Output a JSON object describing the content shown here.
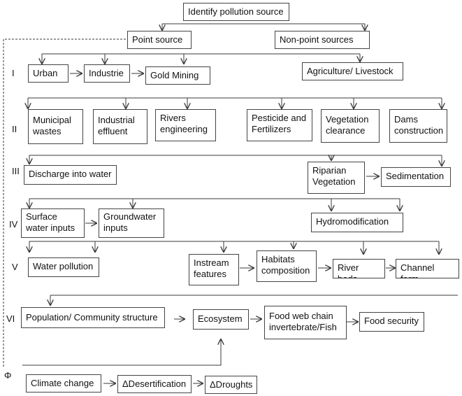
{
  "nodes": {
    "identify": "Identify pollution source",
    "point": "Point source",
    "nonpoint": "Non-point sources",
    "urban": "Urban",
    "industrie": "Industrie",
    "gold": "Gold Mining",
    "agri": "Agriculture/ Livestock",
    "municipal": "Municipal\nwastes",
    "industrial": "Industrial\neffluent",
    "rivers_eng": "Rivers\nengineering",
    "pesticide": "Pesticide and\nFertilizers",
    "vegetation": "Vegetation\nclearance",
    "dams": "Dams\nconstruction",
    "discharge": "Discharge into water",
    "riparian": "Riparian\nVegetation",
    "sedimentation": "Sedimentation",
    "surface": "Surface\nwater inputs",
    "groundwater": "Groundwater\ninputs",
    "hydromod": "Hydromodification",
    "waterpol": "Water pollution",
    "instream": "Instream\nfeatures",
    "habitats": "Habitats\ncomposition",
    "riverbeds": "River beds",
    "channel": "Channel form",
    "population": "Population/ Community structure",
    "ecosystem": "Ecosystem",
    "foodweb": "Food web chain\ninvertebrate/Fish",
    "foodsec": "Food security",
    "climate": "Climate change",
    "desert": "ΔDesertification",
    "droughts": "ΔDroughts"
  },
  "row_labels": {
    "r1": "I",
    "r2": "II",
    "r3": "III",
    "r4": "IV",
    "r5": "V",
    "r6": "VI",
    "r7": "Φ"
  },
  "colors": {
    "line": "#3a3a3a",
    "border": "#444444",
    "text": "#111111"
  }
}
